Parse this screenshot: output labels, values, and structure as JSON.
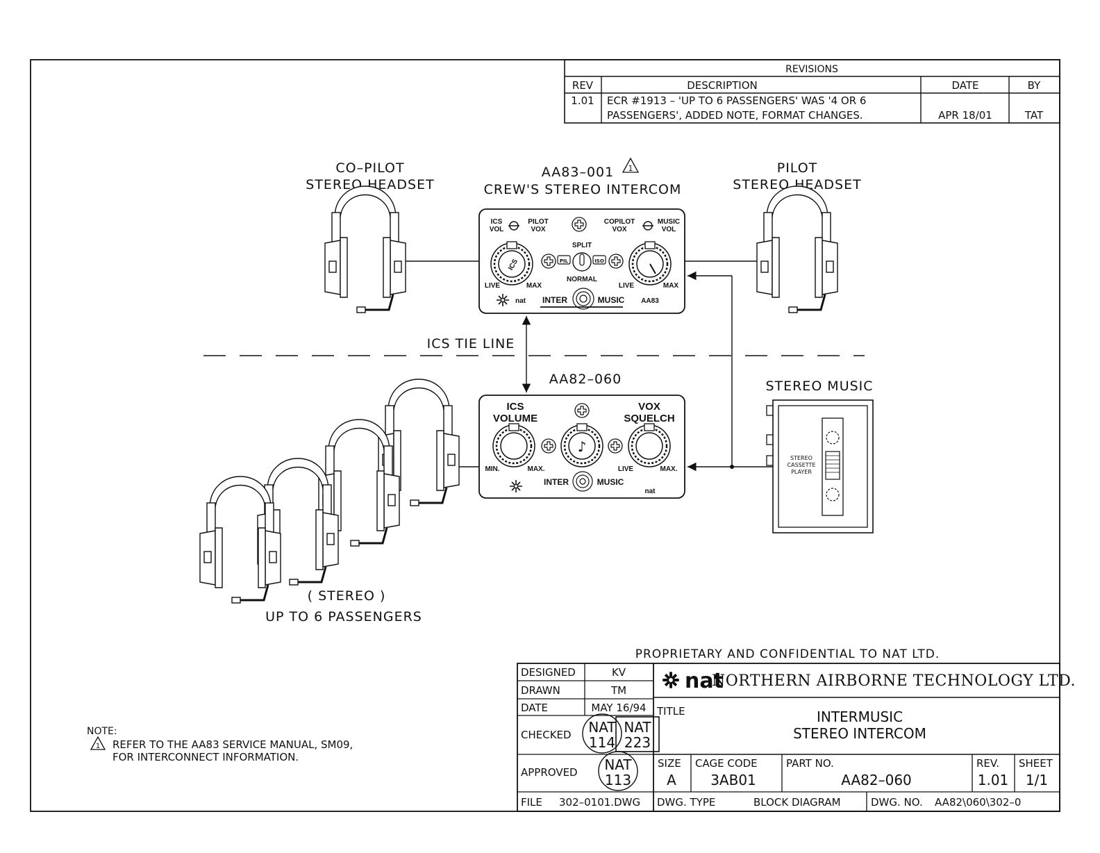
{
  "revisions": {
    "heading": "REVISIONS",
    "col_rev": "REV",
    "col_description": "DESCRIPTION",
    "col_date": "DATE",
    "col_by": "BY",
    "rows": [
      {
        "rev": "1.01",
        "description_line1": "ECR #1913 – 'UP TO 6 PASSENGERS' WAS '4 OR 6",
        "description_line2": "PASSENGERS', ADDED NOTE, FORMAT CHANGES.",
        "date": "APR 18/01",
        "by": "TAT"
      }
    ]
  },
  "diagram": {
    "copilot_line1": "CO–PILOT",
    "copilot_line2": "STEREO HEADSET",
    "pilot_line1": "PILOT",
    "pilot_line2": "STEREO HEADSET",
    "aa83_line1": "AA83–001",
    "aa83_note_mark": "1",
    "aa83_line2": "CREW'S STEREO INTERCOM",
    "ics_tie_line": "ICS TIE LINE",
    "aa82_label": "AA82–060",
    "stereo_music": "STEREO MUSIC",
    "passengers_line1": "( STEREO )",
    "passengers_line2": "UP TO 6 PASSENGERS",
    "aa83_panel": {
      "ics_vol_1": "ICS",
      "ics_vol_2": "VOL",
      "pilot_vox_1": "PILOT",
      "pilot_vox_2": "VOX",
      "copilot_vox_1": "COPILOT",
      "copilot_vox_2": "VOX",
      "music_vol_1": "MUSIC",
      "music_vol_2": "VOL",
      "split": "SPLIT",
      "pil": "PIL",
      "iso": "ISO",
      "normal": "NORMAL",
      "live_left": "LIVE",
      "max_left": "MAX",
      "live_right": "LIVE",
      "max_right": "MAX",
      "ics_knob": "ICS",
      "brand": "nat",
      "inter": "INTER",
      "music": "MUSIC",
      "model": "AA83"
    },
    "aa82_panel": {
      "ics_1": "ICS",
      "ics_2": "VOLUME",
      "vox_1": "VOX",
      "vox_2": "SQUELCH",
      "min": "MIN.",
      "max_left": "MAX.",
      "live": "LIVE",
      "max_right": "MAX.",
      "inter": "INTER",
      "music": "MUSIC",
      "brand": "nat"
    },
    "cassette": {
      "line1": "STEREO",
      "line2": "CASSETTE",
      "line3": "PLAYER"
    }
  },
  "note": {
    "heading": "NOTE:",
    "mark": "1",
    "line1": "REFER TO THE AA83 SERVICE MANUAL, SM09,",
    "line2": "FOR INTERCONNECT INFORMATION."
  },
  "title_block": {
    "proprietary": "PROPRIETARY AND CONFIDENTIAL TO NAT LTD.",
    "designed_label": "DESIGNED",
    "designed_value": "KV",
    "drawn_label": "DRAWN",
    "drawn_value": "TM",
    "date_label": "DATE",
    "date_value": "MAY 16/94",
    "checked_label": "CHECKED",
    "approved_label": "APPROVED",
    "stamp1_line1": "NAT",
    "stamp1_line2": "114",
    "stamp2_line1": "NAT",
    "stamp2_line2": "223",
    "stamp3_line1": "NAT",
    "stamp3_line2": "113",
    "logo_text": "nat",
    "company": "NORTHERN AIRBORNE TECHNOLOGY LTD.",
    "title_label": "TITLE",
    "title_line1": "INTERMUSIC",
    "title_line2": "STEREO INTERCOM",
    "size_label": "SIZE",
    "size_value": "A",
    "cage_label": "CAGE CODE",
    "cage_value": "3AB01",
    "part_label": "PART NO.",
    "part_value": "AA82–060",
    "rev_label": "REV.",
    "rev_value": "1.01",
    "sheet_label": "SHEET",
    "sheet_value": "1/1",
    "file_label": "FILE",
    "file_value": "302–0101.DWG",
    "dwg_type_label": "DWG. TYPE",
    "dwg_type_value": "BLOCK DIAGRAM",
    "dwg_no_label": "DWG. NO.",
    "dwg_no_value": "AA82\\060\\302–0"
  }
}
